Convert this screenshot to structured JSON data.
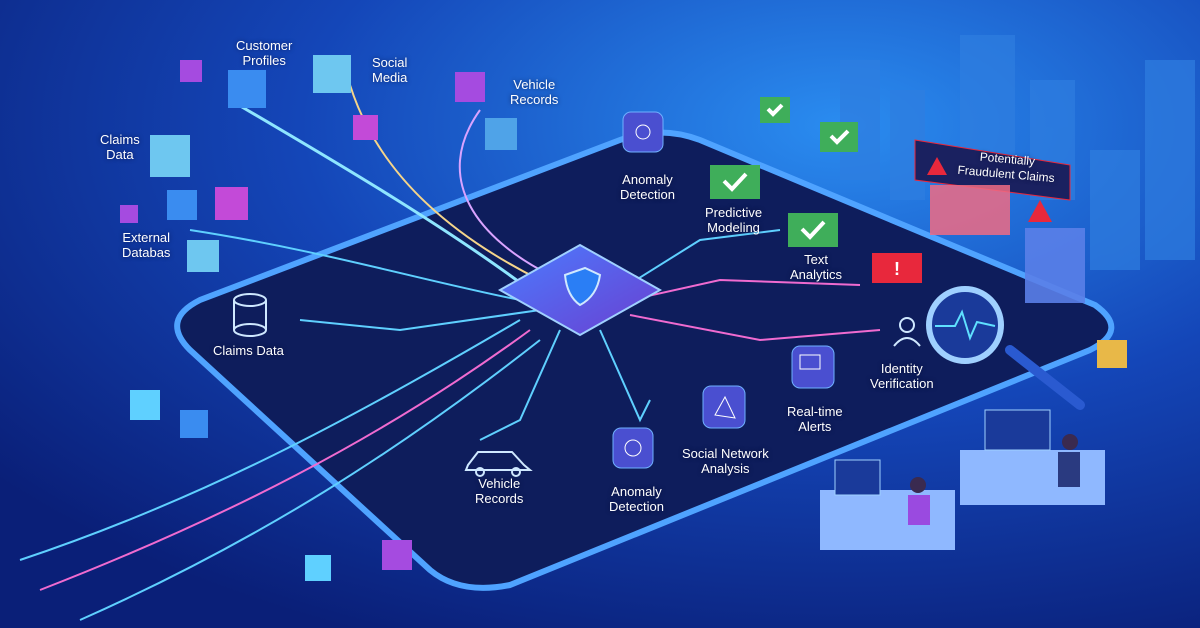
{
  "labels": {
    "customer_profiles": "Customer\nProfiles",
    "social_media": "Social\nMedia",
    "vehicle_records_top": "Vehicle\nRecords",
    "claims_data_top": "Claims\nData",
    "external_databases": "External\nDatabas",
    "anomaly_detection_top": "Anomaly\nDetection",
    "predictive_modeling": "Predictive\nModeling",
    "text_analytics": "Text\nAnalytics",
    "potentially_fraudulent_claims": "Potentially\nFraudulent Claims",
    "claims_data_board": "Claims Data",
    "identity_verification": "Identity\nVerification",
    "real_time_alerts": "Real-time\nAlerts",
    "social_network_analysis": "Social Network\nAnalysis",
    "vehicle_records_board": "Vehicle\nRecords",
    "anomaly_detection_bottom": "Anomaly\nDetection"
  },
  "colors": {
    "background": "#0b2a8a",
    "board": "#0e1d5c",
    "board_edge": "#4fa3ff",
    "check_flag": "#3fae5a",
    "alert_flag": "#e8283c",
    "trace_cyan": "#5fd0ff",
    "trace_pink": "#f06bd0",
    "cube_purple": "#a54be0",
    "cube_blue": "#3a8cf0"
  },
  "icons": [
    "shield-icon",
    "database-icon",
    "car-icon",
    "neural-network-icon",
    "checkmark-flag-icon",
    "alert-flag-icon",
    "warning-icon",
    "magnifier-pulse-icon",
    "person-icon",
    "chat-shield-icon",
    "network-graph-icon"
  ]
}
